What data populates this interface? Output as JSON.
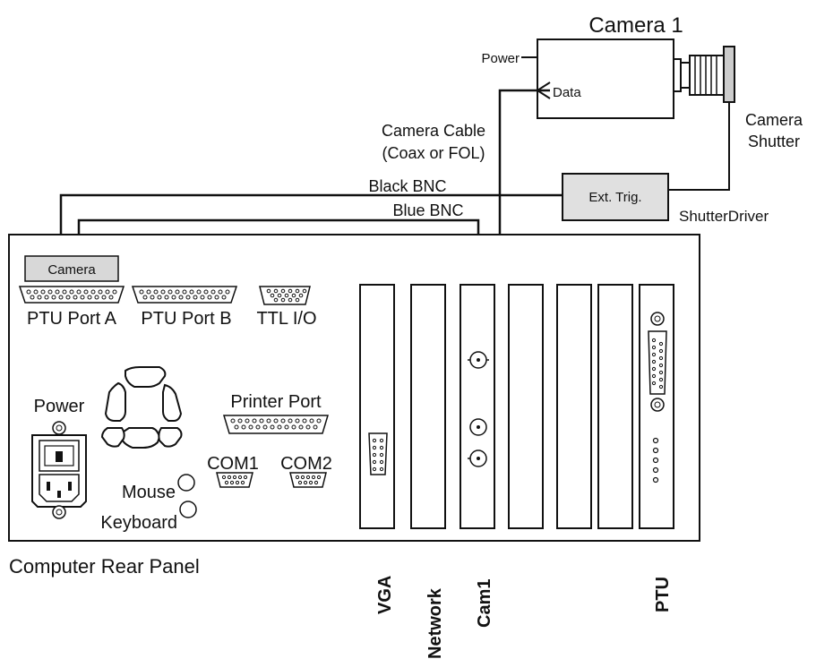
{
  "camera": {
    "title": "Camera 1",
    "power_label": "Power",
    "data_label": "Data",
    "shutter_label_line1": "Camera",
    "shutter_label_line2": "Shutter"
  },
  "cables": {
    "camera_cable_line1": "Camera Cable",
    "camera_cable_line2": "(Coax or FOL)",
    "black_bnc": "Black BNC",
    "blue_bnc": "Blue BNC"
  },
  "shutter_driver": {
    "box_label": "Ext. Trig.",
    "name": "ShutterDriver"
  },
  "panel": {
    "caption": "Computer Rear Panel",
    "camera_box": "Camera",
    "ports": {
      "ptu_port_a": "PTU Port A",
      "ptu_port_b": "PTU Port B",
      "ttl_io": "TTL I/O",
      "printer_port": "Printer Port",
      "com1": "COM1",
      "com2": "COM2",
      "mouse": "Mouse",
      "keyboard": "Keyboard",
      "power": "Power"
    },
    "slots": {
      "vga": "VGA",
      "network": "Network",
      "cam1": "Cam1",
      "ptu": "PTU"
    }
  }
}
